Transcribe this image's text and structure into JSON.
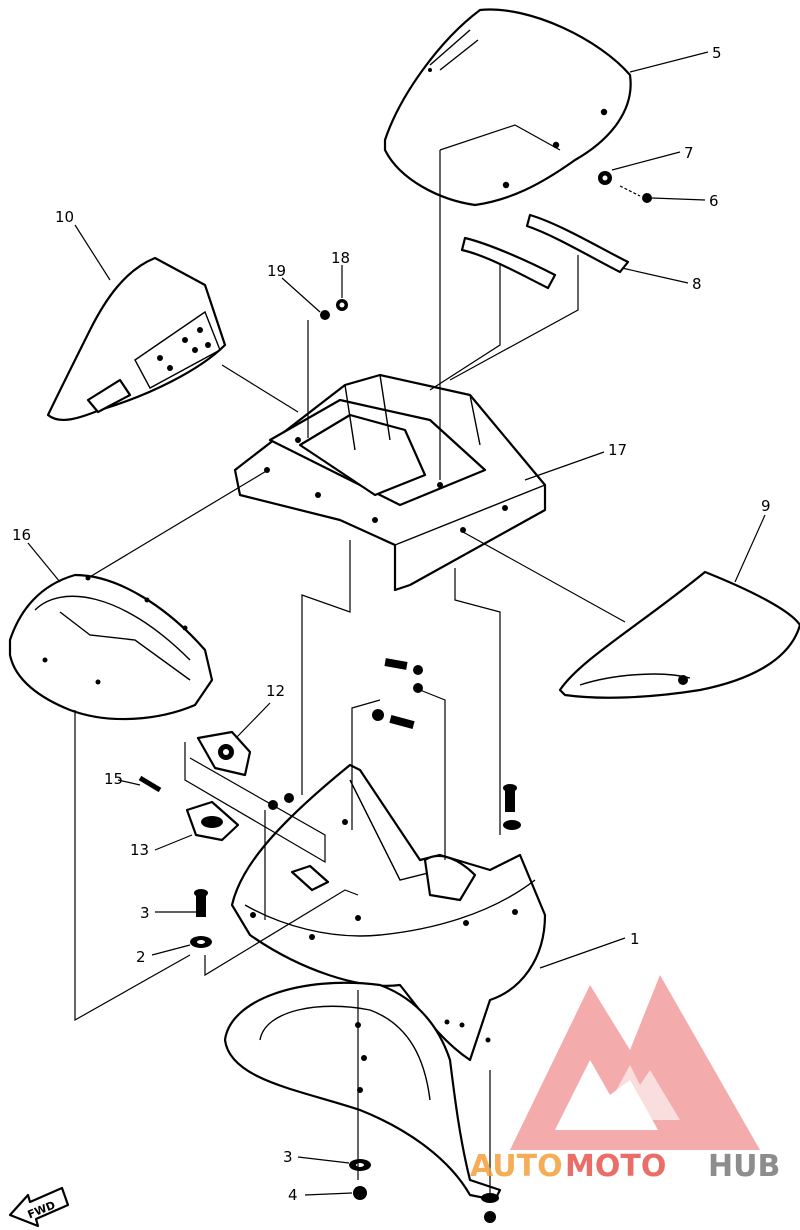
{
  "diagram": {
    "callouts": [
      {
        "id": "5",
        "label": "5"
      },
      {
        "id": "7",
        "label": "7"
      },
      {
        "id": "6",
        "label": "6"
      },
      {
        "id": "8",
        "label": "8"
      },
      {
        "id": "10",
        "label": "10"
      },
      {
        "id": "19",
        "label": "19"
      },
      {
        "id": "18",
        "label": "18"
      },
      {
        "id": "17",
        "label": "17"
      },
      {
        "id": "16",
        "label": "16"
      },
      {
        "id": "9",
        "label": "9"
      },
      {
        "id": "12",
        "label": "12"
      },
      {
        "id": "15",
        "label": "15"
      },
      {
        "id": "13",
        "label": "13"
      },
      {
        "id": "3a",
        "label": "3"
      },
      {
        "id": "2",
        "label": "2"
      },
      {
        "id": "1",
        "label": "1"
      },
      {
        "id": "3b",
        "label": "3"
      },
      {
        "id": "4",
        "label": "4"
      }
    ],
    "direction_arrow": "FWD"
  },
  "watermark": {
    "part1": "AUTO",
    "part2": "MOTO",
    "part3": "HUB",
    "colors": {
      "auto": "#f4a13a",
      "moto": "#e8544e",
      "hub": "#7a7a7a",
      "logo": "#f08f8f"
    }
  }
}
